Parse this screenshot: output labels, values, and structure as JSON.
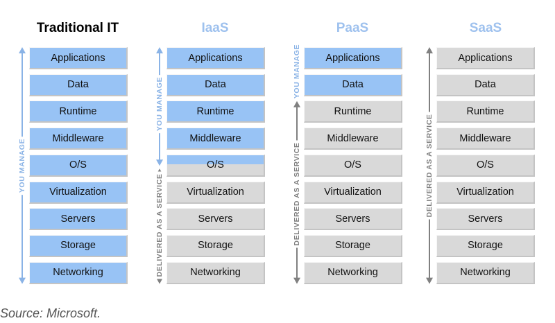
{
  "colors": {
    "managed": "#98c3f5",
    "service": "#d9d9d9",
    "arrow_managed": "#8ab3e6",
    "arrow_service": "#808080",
    "title_traditional": "#000000",
    "title_cloud": "#9ec1ee"
  },
  "layers": [
    "Applications",
    "Data",
    "Runtime",
    "Middleware",
    "O/S",
    "Virtualization",
    "Servers",
    "Storage",
    "Networking"
  ],
  "columns": [
    {
      "title": "Traditional IT",
      "title_color": "#000000",
      "managed_count": 9,
      "split_layer": false,
      "you_manage_label": "YOU MANAGE",
      "delivered_label": ""
    },
    {
      "title": "IaaS",
      "title_color": "#9ec1ee",
      "managed_count": 4,
      "split_layer": true,
      "you_manage_label": "YOU MANAGE",
      "delivered_label": "DELIVERED AS A SERVICE"
    },
    {
      "title": "PaaS",
      "title_color": "#9ec1ee",
      "managed_count": 2,
      "split_layer": false,
      "you_manage_label": "YOU MANAGE",
      "delivered_label": "DELIVERED AS A SERVICE"
    },
    {
      "title": "SaaS",
      "title_color": "#9ec1ee",
      "managed_count": 0,
      "split_layer": false,
      "you_manage_label": "",
      "delivered_label": "DELIVERED AS A SERVICE"
    }
  ],
  "source": "Source: Microsoft."
}
